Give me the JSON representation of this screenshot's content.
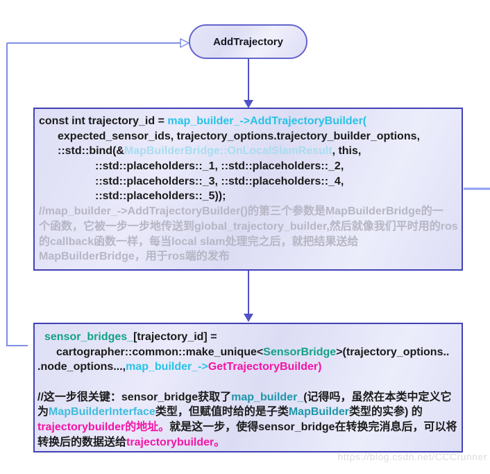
{
  "palette": {
    "k": "#1a1a1a",
    "cyan": "#29c3e6",
    "palecyan": "#a8ddee",
    "gray": "#b6b6c4",
    "teal": "#12a188",
    "tealdark": "#1d96a8",
    "cyan2": "#3fbcdc",
    "magenta": "#f513a5",
    "border_dark": "#4040b4",
    "border_pill": "#6363ce",
    "line_light": "#7e8ee6",
    "line_right": "#8d9cf2",
    "line_arrow": "#5151c6",
    "fill_light": "#dedef5"
  },
  "flow": {
    "start": {
      "label": "AddTrajectory"
    }
  },
  "blocks": [
    {
      "id": "block1",
      "lines": [
        {
          "ind": 0,
          "seg": [
            {
              "t": "const int trajectory_id = ",
              "c": "k"
            },
            {
              "t": "map_builder_->AddTrajectoryBuilder(",
              "c": "cyan"
            }
          ]
        },
        {
          "ind": 27,
          "seg": [
            {
              "t": "expected_sensor_ids, trajectory_options.trajectory_builder_options,",
              "c": "k"
            }
          ]
        },
        {
          "ind": 27,
          "seg": [
            {
              "t": "::std::bind(&",
              "c": "k"
            },
            {
              "t": "MapBuilderBridge::OnLocalSlamResult",
              "c": "palecyan"
            },
            {
              "t": ", this,",
              "c": "k"
            }
          ]
        },
        {
          "ind": 81,
          "seg": [
            {
              "t": "::std::placeholders::_1, ::std::placeholders::_2,",
              "c": "k"
            }
          ]
        },
        {
          "ind": 81,
          "seg": [
            {
              "t": "::std::placeholders::_3, ::std::placeholders::_4,",
              "c": "k"
            }
          ]
        },
        {
          "ind": 81,
          "seg": [
            {
              "t": "::std::placeholders::_5));",
              "c": "k"
            }
          ]
        },
        {
          "ind": 0,
          "seg": [
            {
              "t": "//map_builder_->AddTrajectoryBuilder()的第三个参数是MapBuilderBridge的一",
              "c": "gray"
            }
          ]
        },
        {
          "ind": 0,
          "seg": [
            {
              "t": "个函数，它被一步一步地传送到global_trajectory_builder,然后就像我们平时用的ros",
              "c": "gray"
            }
          ]
        },
        {
          "ind": 0,
          "seg": [
            {
              "t": "的callback函数一样，每当local slam处理完之后，就把结果送给",
              "c": "gray"
            }
          ]
        },
        {
          "ind": 0,
          "seg": [
            {
              "t": "MapBuilderBridge，用于ros端的发布",
              "c": "gray"
            }
          ]
        }
      ]
    },
    {
      "id": "block2",
      "lines": [
        {
          "ind": 10,
          "seg": [
            {
              "t": "sensor_bridges_",
              "c": "teal"
            },
            {
              "t": "[trajectory_id] =",
              "c": "k"
            }
          ]
        },
        {
          "ind": 27,
          "seg": [
            {
              "t": "cartographer::common::make_unique<",
              "c": "k"
            },
            {
              "t": "SensorBridge",
              "c": "teal"
            },
            {
              "t": ">(trajectory_options..",
              "c": "k"
            }
          ]
        },
        {
          "ind": 0,
          "seg": [
            {
              "t": ".node_options...,",
              "c": "k"
            },
            {
              "t": "map_builder_->",
              "c": "cyan"
            },
            {
              "t": "GetTrajectoryBuilder)",
              "c": "magenta"
            }
          ]
        },
        {
          "ind": 0,
          "seg": []
        },
        {
          "ind": 0,
          "seg": [
            {
              "t": "//这一步很关键：sensor_bridge获取了",
              "c": "k"
            },
            {
              "t": "map_builder_",
              "c": "tealdark"
            },
            {
              "t": "(记得吗，虽然在本类中定义它",
              "c": "k"
            }
          ]
        },
        {
          "ind": 0,
          "seg": [
            {
              "t": "为",
              "c": "k"
            },
            {
              "t": "MapBuilderInterface",
              "c": "cyan2"
            },
            {
              "t": "类型，但赋值时给的是子类",
              "c": "k"
            },
            {
              "t": "MapBuilder",
              "c": "tealdark"
            },
            {
              "t": "类型的实参) 的",
              "c": "k"
            }
          ]
        },
        {
          "ind": 0,
          "seg": [
            {
              "t": "trajectorybuilder的地址。",
              "c": "magenta"
            },
            {
              "t": "就是这一步，使得sensor_bridge在转换完消息后，可以将",
              "c": "k"
            }
          ]
        },
        {
          "ind": 0,
          "seg": [
            {
              "t": "转换后的数据送给",
              "c": "k"
            },
            {
              "t": "trajectorybuilder。",
              "c": "magenta"
            }
          ]
        }
      ]
    }
  ],
  "watermark": {
    "text": "https://blog.csdn.net/CCCrunner"
  }
}
